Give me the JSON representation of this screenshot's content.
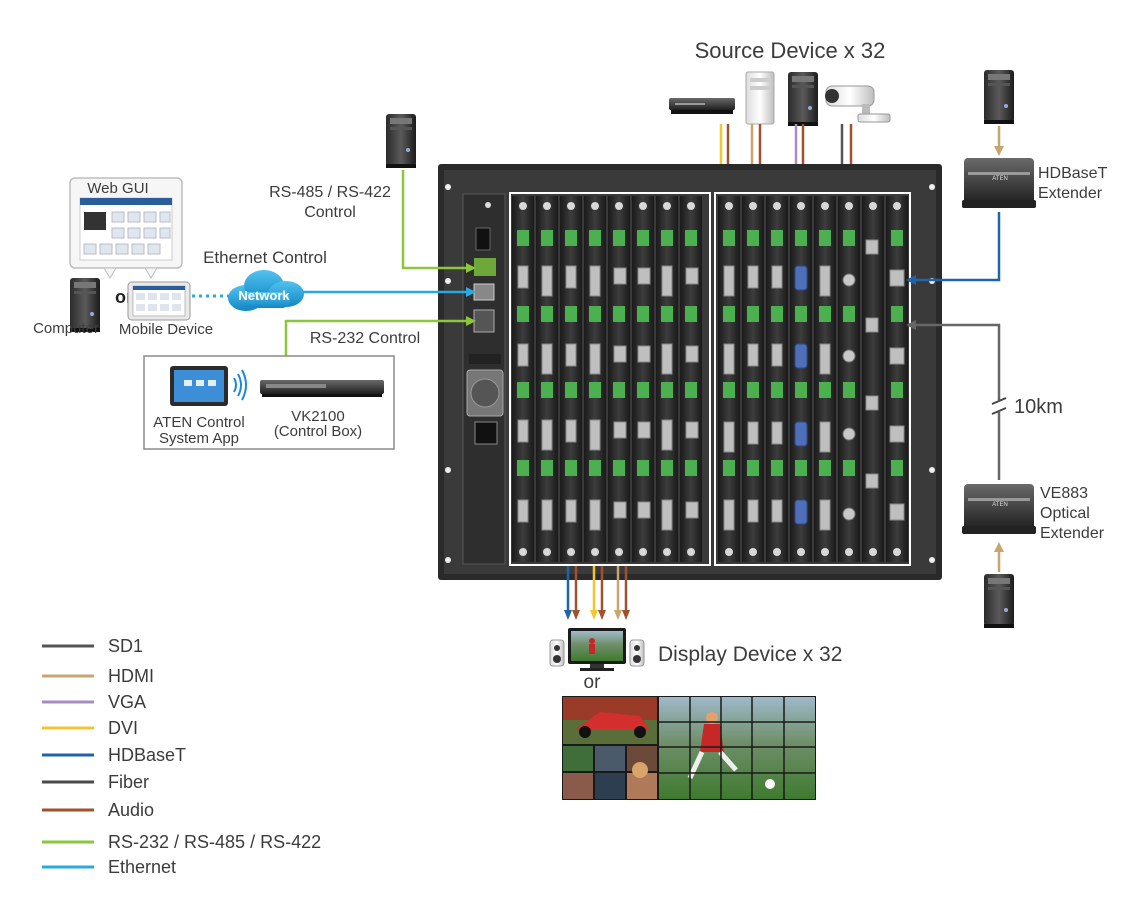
{
  "labels": {
    "source_devices": "Source Device x 32",
    "rs485_line1": "RS-485 / RS-422",
    "rs485_line2": "Control",
    "web_gui": "Web GUI",
    "ethernet_control": "Ethernet Control",
    "network": "Network",
    "or": "or",
    "computer": "Computer",
    "mobile_device": "Mobile Device",
    "rs232_control": "RS-232 Control",
    "app_line1": "ATEN Control",
    "app_line2": "System App",
    "vk_line1": "VK2100",
    "vk_line2": "(Control Box)",
    "hdbaset_line1": "HDBaseT",
    "hdbaset_line2": "Extender",
    "distance": "10km",
    "ve_line1": "VE883",
    "ve_line2": "Optical",
    "ve_line3": "Extender",
    "display_devices": "Display Device x 32",
    "display_or": "or",
    "aten_badge": "ATEN"
  },
  "legend": [
    {
      "label": "SD1",
      "color": "#555555"
    },
    {
      "label": "HDMI",
      "color": "#c8a46e"
    },
    {
      "label": "VGA",
      "color": "#a98bc4"
    },
    {
      "label": "DVI",
      "color": "#f2c531"
    },
    {
      "label": "HDBaseT",
      "color": "#1f63a9"
    },
    {
      "label": "Fiber",
      "color": "#4a4a4a"
    },
    {
      "label": "Audio",
      "color": "#a0522d"
    },
    {
      "label": "RS-232 / RS-485 / RS-422",
      "color": "#8cc63f"
    },
    {
      "label": "Ethernet",
      "color": "#29a9e1"
    }
  ],
  "colors": {
    "rs_green": "#8cc63f",
    "ethernet_blue": "#29a9e1",
    "network_cloud": "#1e9fd8",
    "hdbaset_blue": "#1f63a9",
    "fiber_gray": "#666666",
    "hdmi_tan": "#c8a46e",
    "audio_brown": "#a0522d",
    "dvi_yellow": "#f2c531",
    "vga_purple": "#a98bc4"
  },
  "icons": {
    "server_tower": "server-tower-icon",
    "network_cloud": "network-cloud-icon",
    "wifi": "wifi-icon",
    "camera": "security-camera-icon",
    "monitor": "monitor-icon",
    "speaker": "speaker-icon"
  }
}
